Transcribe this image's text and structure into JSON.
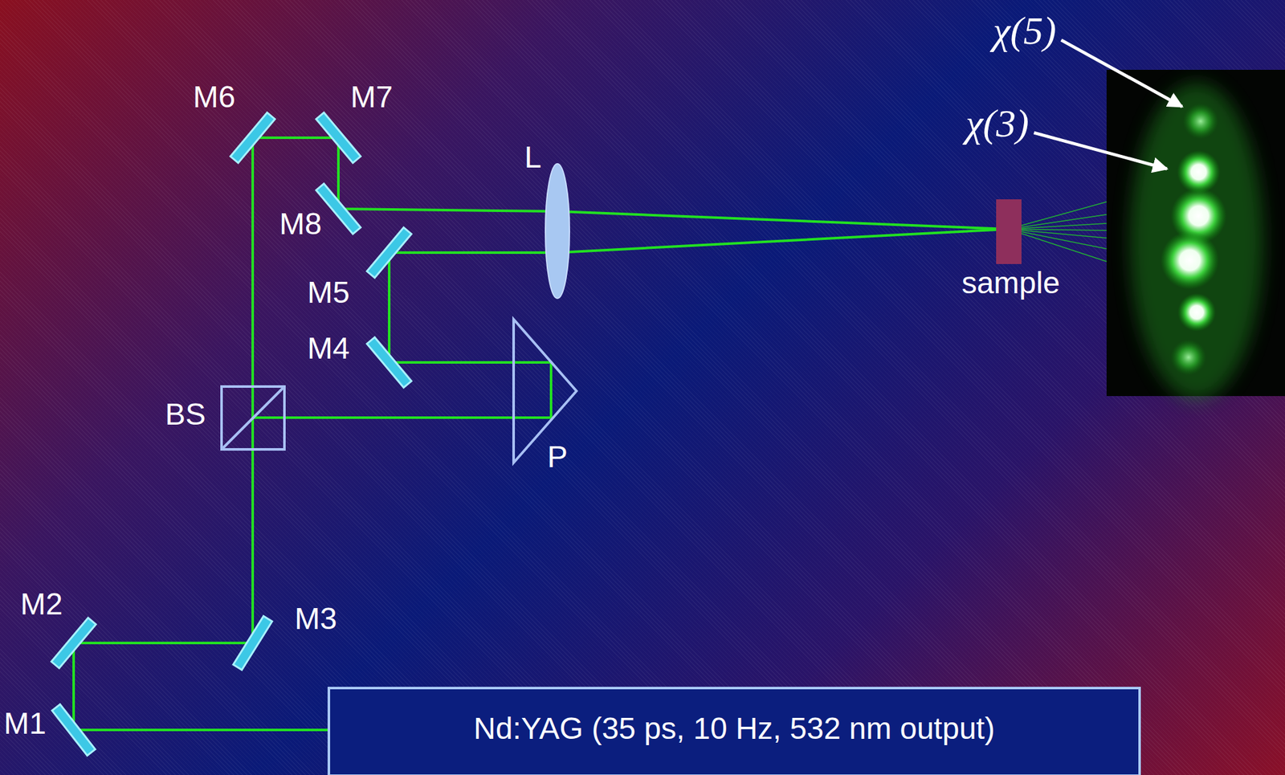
{
  "diagram": {
    "nodes": [
      {
        "text": [
          "Nd:YAG (35 ps, 10 Hz, 532 nm output)"
        ]
      }
    ],
    "labels": [
      "χ(5)",
      "χ(3)",
      "M6",
      "M7",
      "L",
      "M8",
      "M5",
      "sample",
      "M4",
      "BS",
      "P",
      "M2",
      "M3",
      "M1"
    ]
  }
}
